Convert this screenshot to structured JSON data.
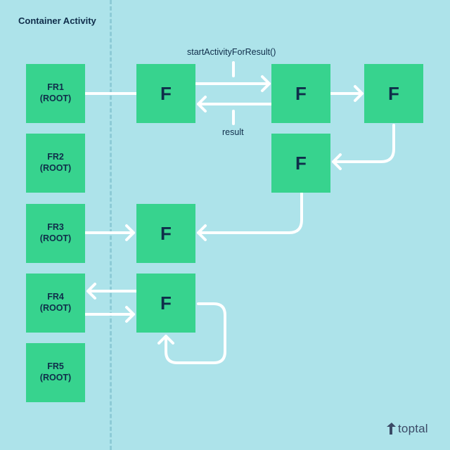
{
  "header": {
    "title": "Container Activity"
  },
  "root_fragments": [
    {
      "label": "FR1\n(ROOT)"
    },
    {
      "label": "FR2\n(ROOT)"
    },
    {
      "label": "FR3\n(ROOT)"
    },
    {
      "label": "FR4\n(ROOT)"
    },
    {
      "label": "FR5\n(ROOT)"
    }
  ],
  "fragments": [
    {
      "label": "F"
    },
    {
      "label": "F"
    },
    {
      "label": "F"
    },
    {
      "label": "F"
    },
    {
      "label": "F"
    },
    {
      "label": "F"
    }
  ],
  "labels": {
    "start_activity": "startActivityForResult()",
    "result": "result"
  },
  "brand": {
    "name": "toptal"
  },
  "colors": {
    "background": "#ade3ea",
    "box": "#37d38e",
    "text": "#0f2d4a",
    "arrow": "#ffffff",
    "divider": "#8dcbd6"
  }
}
